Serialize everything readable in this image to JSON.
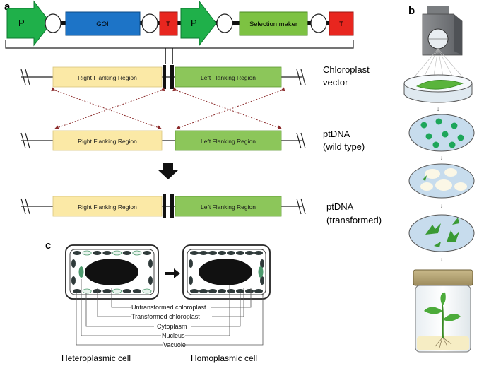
{
  "panels": {
    "a": "a",
    "b": "b",
    "c": "c"
  },
  "construct": {
    "promoter1": "P",
    "goi": "GOI",
    "terminator1": "T",
    "promoter2": "P",
    "selection": "Selection maker",
    "terminator2": "T"
  },
  "rows": {
    "vector": {
      "right": "Right Flanking Region",
      "left": "Left Flanking Region",
      "label1": "Chloroplast",
      "label2": "vector"
    },
    "wild": {
      "right": "Right Flanking Region",
      "left": "Left Flanking Region",
      "label1": "ptDNA",
      "label2": "(wild type)"
    },
    "trans": {
      "right": "Right Flanking Region",
      "left": "Left Flanking Region",
      "label1": "ptDNA",
      "label2": "(transformed)"
    }
  },
  "cell_labels": {
    "untransformed": "Untransformed chloroplast",
    "transformed": "Transformed chloroplast",
    "cytoplasm": "Cytoplasm",
    "nucleus": "Nucleus",
    "vacuole": "Vacuole",
    "hetero": "Heteroplasmic cell",
    "homo": "Homoplasmic cell"
  },
  "colors": {
    "promoter": "#1fb04a",
    "goi": "#1d74c7",
    "terminator": "#e8261f",
    "selection": "#7dc242",
    "right_flank": "#fbe9a6",
    "left_flank": "#8cc65a",
    "chloroplast": "#2f3a3a",
    "transformed_chloroplast": "#4d9a6e"
  }
}
